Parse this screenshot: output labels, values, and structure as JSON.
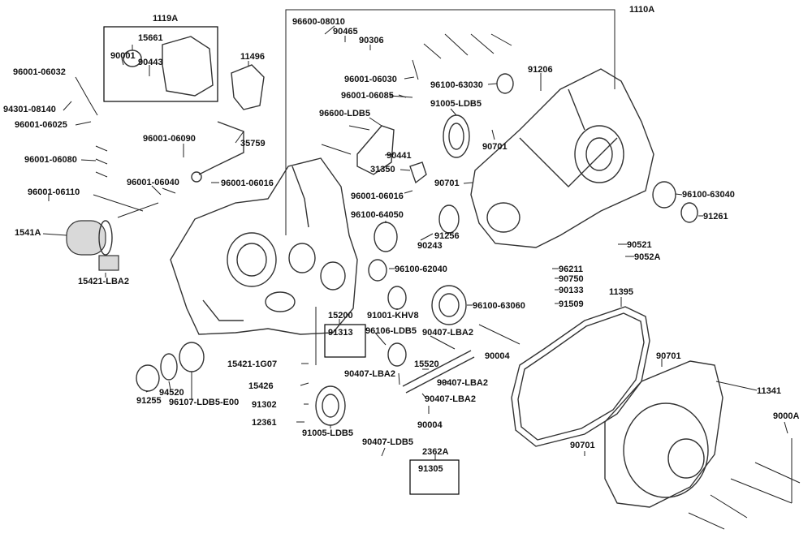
{
  "labels": [
    {
      "id": "l1119A",
      "text": "1119A"
    },
    {
      "id": "l15661",
      "text": "15661"
    },
    {
      "id": "l90001",
      "text": "90001"
    },
    {
      "id": "l90443",
      "text": "90443"
    },
    {
      "id": "l11496",
      "text": "11496"
    },
    {
      "id": "l96001_06032",
      "text": "96001-06032"
    },
    {
      "id": "l94301_08140",
      "text": "94301-08140"
    },
    {
      "id": "l96001_06025",
      "text": "96001-06025"
    },
    {
      "id": "l96001_06090",
      "text": "96001-06090"
    },
    {
      "id": "l35759",
      "text": "35759"
    },
    {
      "id": "l96001_06080",
      "text": "96001-06080"
    },
    {
      "id": "l96001_06040",
      "text": "96001-06040"
    },
    {
      "id": "l96001_06016a",
      "text": "96001-06016"
    },
    {
      "id": "l96001_06110",
      "text": "96001-06110"
    },
    {
      "id": "l1541A",
      "text": "1541A"
    },
    {
      "id": "l15421_LBA2",
      "text": "15421-LBA2"
    },
    {
      "id": "l96600_08010",
      "text": "96600-08010"
    },
    {
      "id": "l90465",
      "text": "90465"
    },
    {
      "id": "l90306",
      "text": "90306"
    },
    {
      "id": "l1110A",
      "text": "1110A"
    },
    {
      "id": "l91206",
      "text": "91206"
    },
    {
      "id": "l96001_06030",
      "text": "96001-06030"
    },
    {
      "id": "l96100_63030",
      "text": "96100-63030"
    },
    {
      "id": "l96001_06085",
      "text": "96001-06085"
    },
    {
      "id": "l91005_LDB5a",
      "text": "91005-LDB5"
    },
    {
      "id": "l96600_LDB5",
      "text": "96600-LDB5"
    },
    {
      "id": "l90701a",
      "text": "90701"
    },
    {
      "id": "l90441",
      "text": "90441"
    },
    {
      "id": "l31350",
      "text": "31350"
    },
    {
      "id": "l90701b",
      "text": "90701"
    },
    {
      "id": "l96001_06016b",
      "text": "96001-06016"
    },
    {
      "id": "l96100_63040",
      "text": "96100-63040"
    },
    {
      "id": "l96100_64050",
      "text": "96100-64050"
    },
    {
      "id": "l91261",
      "text": "91261"
    },
    {
      "id": "l91256",
      "text": "91256"
    },
    {
      "id": "l90243",
      "text": "90243"
    },
    {
      "id": "l90521",
      "text": "90521"
    },
    {
      "id": "l9052A",
      "text": "9052A"
    },
    {
      "id": "l96100_62040",
      "text": "96100-62040"
    },
    {
      "id": "l96211",
      "text": "96211"
    },
    {
      "id": "l90750",
      "text": "90750"
    },
    {
      "id": "l90133",
      "text": "90133"
    },
    {
      "id": "l11395",
      "text": "11395"
    },
    {
      "id": "l91509",
      "text": "91509"
    },
    {
      "id": "l91001_KHV8",
      "text": "91001-KHV8"
    },
    {
      "id": "l96100_63060",
      "text": "96100-63060"
    },
    {
      "id": "l15200",
      "text": "15200"
    },
    {
      "id": "l91313",
      "text": "91313"
    },
    {
      "id": "l96106_LDB5",
      "text": "96106-LDB5"
    },
    {
      "id": "l90407_LBA2a",
      "text": "90407-LBA2"
    },
    {
      "id": "l90004a",
      "text": "90004"
    },
    {
      "id": "l90701c",
      "text": "90701"
    },
    {
      "id": "l15421_1G07",
      "text": "15421-1G07"
    },
    {
      "id": "l15520",
      "text": "15520"
    },
    {
      "id": "l90407_LBA2b",
      "text": "90407-LBA2"
    },
    {
      "id": "l90407_LBA2c",
      "text": "90407-LBA2"
    },
    {
      "id": "l11341",
      "text": "11341"
    },
    {
      "id": "l91255",
      "text": "91255"
    },
    {
      "id": "l94520",
      "text": "94520"
    },
    {
      "id": "l96107_LDB5_E00",
      "text": "96107-LDB5-E00"
    },
    {
      "id": "l15426",
      "text": "15426"
    },
    {
      "id": "l91302",
      "text": "91302"
    },
    {
      "id": "l90407_LBA2d",
      "text": "90407-LBA2"
    },
    {
      "id": "l90004b",
      "text": "90004"
    },
    {
      "id": "l12361",
      "text": "12361"
    },
    {
      "id": "l9000A",
      "text": "9000A"
    },
    {
      "id": "l91005_LDB5b",
      "text": "91005-LDB5"
    },
    {
      "id": "l90407_LDB5",
      "text": "90407-LDB5"
    },
    {
      "id": "l90701d",
      "text": "90701"
    },
    {
      "id": "l2362A",
      "text": "2362A"
    },
    {
      "id": "l91305",
      "text": "91305"
    }
  ]
}
